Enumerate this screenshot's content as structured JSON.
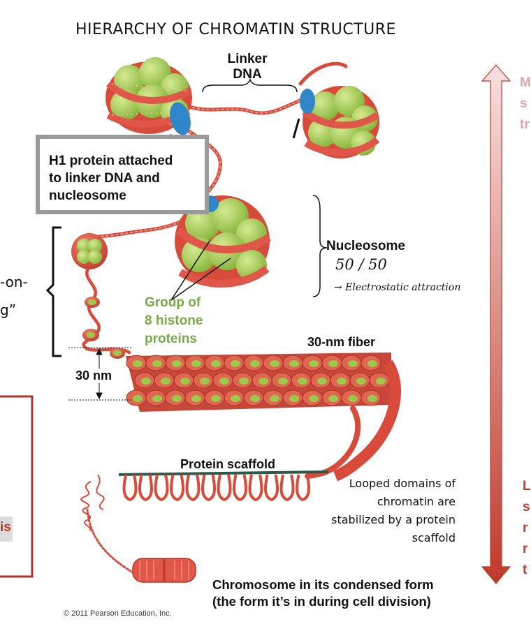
{
  "title": "HIERARCHY OF CHROMATIN STRUCTURE",
  "labels": {
    "linker_dna_line1": "Linker",
    "linker_dna_line2": "DNA",
    "h1_line1": "H1 protein attached",
    "h1_line2": "to linker DNA and",
    "h1_line3": "nucleosome",
    "nucleosome": "Nucleosome",
    "histone_line1": "Group of",
    "histone_line2": "8 histone",
    "histone_line3": "proteins",
    "fiber": "30-nm fiber",
    "width_30nm": "30 nm",
    "protein_scaffold": "Protein scaffold",
    "looped_line1": "Looped domains of",
    "looped_line2": "chromatin are",
    "looped_line3": "stabilized by a protein",
    "looped_line4": "scaffold",
    "chromosome_line1": "Chromosome in its condensed form",
    "chromosome_line2": "(the form it’s in during cell division)",
    "copyright": "© 2011 Pearson Education, Inc.",
    "beads_partial_1": "-on-",
    "beads_partial_2": "g”",
    "left_box_partial": "is"
  },
  "annotations": {
    "ratio": "50 / 50",
    "electrostatic": "→ Electrostatic attraction"
  },
  "right_side_partial": {
    "top": [
      "M",
      "s",
      "tr"
    ],
    "bottom": [
      "L",
      "s",
      "r",
      "r",
      "t"
    ]
  },
  "colors": {
    "histone_green": "#9cc84b",
    "dna_red": "#d84a3a",
    "h1_blue": "#2f86c8",
    "arrow_red": "#c0392b",
    "box_gray": "#9a9a9a",
    "box_red": "#b03030",
    "histone_label_green": "#76ab45"
  }
}
